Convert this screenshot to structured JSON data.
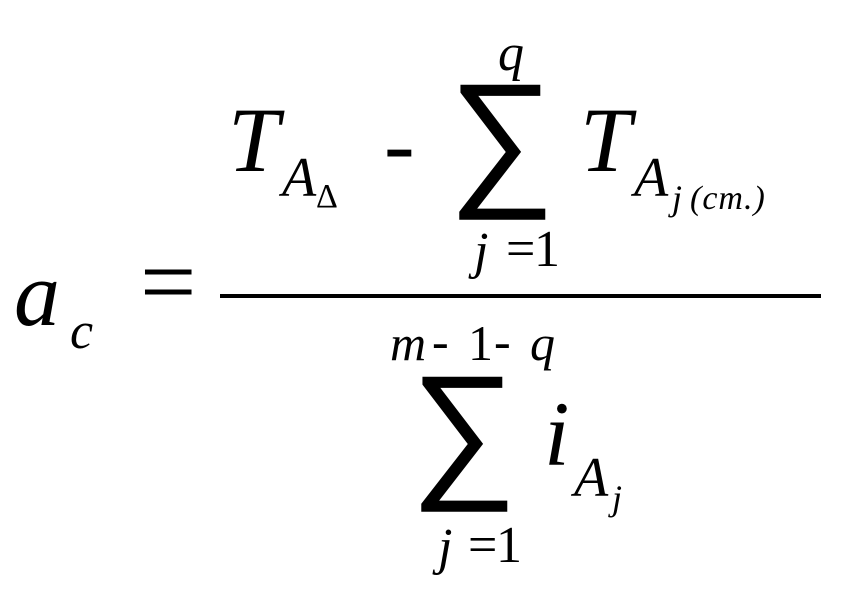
{
  "formula": {
    "lhs": {
      "symbol": "a",
      "subscript": "c"
    },
    "equals": "=",
    "numerator": {
      "first_term": {
        "symbol": "T",
        "subscript": "A",
        "subsubscript": "Δ"
      },
      "minus": "-",
      "sum": {
        "sigma": "∑",
        "upper": "q",
        "lower_index": "j",
        "lower_equals": "=",
        "lower_value": "1"
      },
      "term": {
        "symbol": "T",
        "subscript": "A",
        "subsubscript": "j",
        "annotation": "(cm.)"
      }
    },
    "denominator": {
      "sum": {
        "sigma": "∑",
        "upper_m": "m",
        "upper_minus1": "-",
        "upper_one": "1",
        "upper_minus2": "-",
        "upper_q": "q",
        "lower_index": "j",
        "lower_equals": "=",
        "lower_value": "1"
      },
      "term": {
        "symbol": "i",
        "subscript": "A",
        "subsubscript": "j"
      }
    }
  }
}
